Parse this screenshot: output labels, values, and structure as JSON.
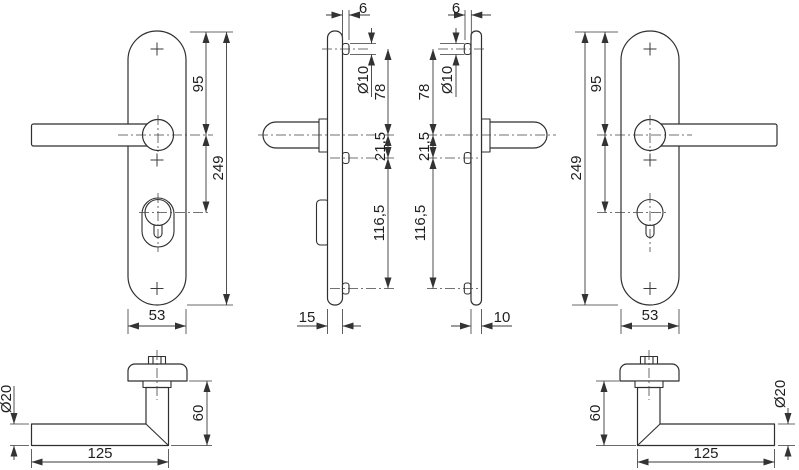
{
  "drawing": {
    "plate_front_left": {
      "top_to_handle": "95",
      "height": "249",
      "width": "53"
    },
    "profile_left": {
      "screw_offset": "6",
      "screw_dia": "Ø10",
      "top_to_handle": "78",
      "handle_to_screw": "21,5",
      "screw_spacing": "116,5",
      "thickness": "15"
    },
    "profile_right": {
      "screw_offset": "6",
      "screw_dia": "Ø10",
      "top_to_handle": "78",
      "handle_to_screw": "21,5",
      "screw_spacing": "116,5",
      "thickness": "10"
    },
    "plate_front_right": {
      "top_to_handle": "95",
      "height": "249",
      "width": "53"
    },
    "handle_side_left": {
      "grip_dia": "Ø20",
      "height": "60",
      "length": "125"
    },
    "handle_side_right": {
      "grip_dia": "Ø20",
      "height": "60",
      "length": "125"
    },
    "line_color": "#3a3a3a"
  }
}
